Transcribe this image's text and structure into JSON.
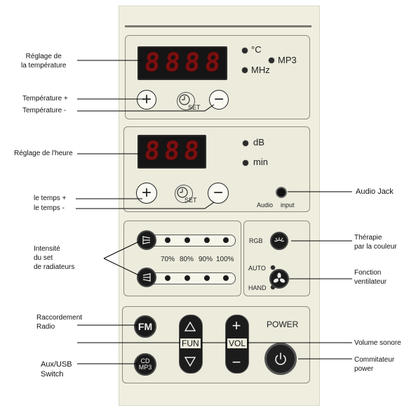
{
  "temp_display": [
    "8",
    "8",
    "8",
    "8"
  ],
  "time_display": [
    "8",
    "8",
    "8"
  ],
  "temp_units": {
    "celsius": "°C",
    "mhz": "MHz",
    "mp3": "MP3"
  },
  "time_units": {
    "db": "dB",
    "min": "min"
  },
  "set_label": "SET",
  "audio": {
    "label1": "Audio",
    "label2": "input"
  },
  "fan": {
    "rgb": "RGB",
    "auto": "AUTO",
    "hand": "HAND"
  },
  "levels": [
    "70%",
    "80%",
    "90%",
    "100%"
  ],
  "bottom": {
    "fm": "FM",
    "fun": "FUN",
    "vol": "VOL",
    "power": "POWER",
    "cd_top": "CD",
    "cd_bottom": "MP3"
  },
  "labels": {
    "temp_setting": "Réglage de\nla température",
    "temp_plus": "Température +",
    "temp_minus": "Température -",
    "time_setting": "Réglage de l'heure",
    "time_plus": "le temps +",
    "time_minus": "le temps -",
    "intensity": "Intensité\ndu set\nde radiateurs",
    "radio": "Raccordement\nRadio",
    "aux": "Aux/USB\nSwitch",
    "audio_jack": "Audio Jack",
    "therapy": "Thérapie\npar la couleur",
    "fan_function": "Fonction\nventilateur",
    "volume": "Volume sonore",
    "power": "Commitateur\npower"
  }
}
